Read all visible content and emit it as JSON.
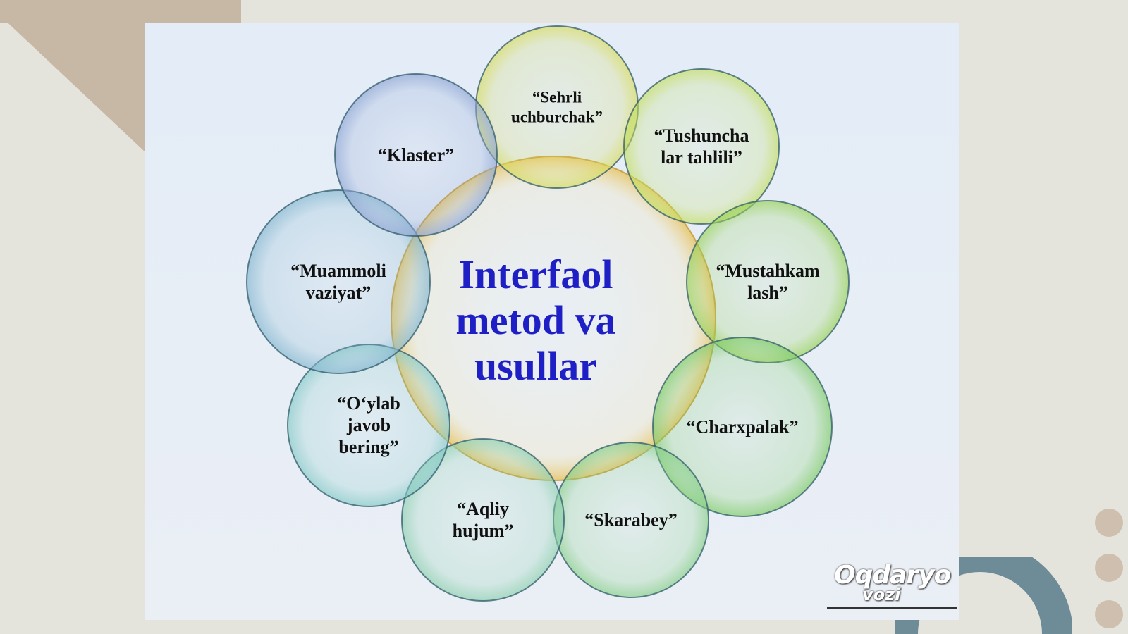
{
  "center": {
    "title": "Interfaol\nmetod va\nusullar",
    "color": "#1f1fc6"
  },
  "methods": [
    {
      "label": "“Sehrli\nuchburchak”",
      "color": "#d8dc60"
    },
    {
      "label": "“Tushuncha\nlar tahlili”",
      "color": "#c4df63"
    },
    {
      "label": "“Mustahkam\nlash”",
      "color": "#99d25a"
    },
    {
      "label": "“Charxpalak”",
      "color": "#7fcc6a"
    },
    {
      "label": "“Skarabey”",
      "color": "#88cf8a"
    },
    {
      "label": "“Aqliy\nhujum”",
      "color": "#8ed0b0"
    },
    {
      "label": "“O‘ylab\njavob\nbering”",
      "color": "#86cac8"
    },
    {
      "label": "“Muammoli\nvaziyat”",
      "color": "#86b8d0"
    },
    {
      "label": "“Klaster”",
      "color": "#8fa6d4"
    }
  ],
  "watermark": {
    "brand": "Oqdaryo",
    "sub": "vozi"
  }
}
